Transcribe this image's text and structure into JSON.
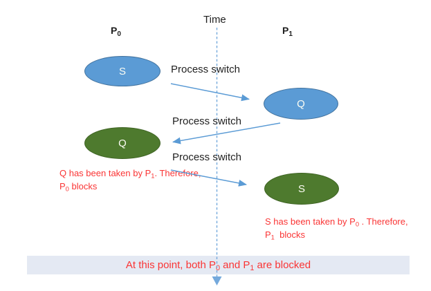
{
  "diagram": {
    "time_label": "Time",
    "columns": {
      "p0": {
        "base": "P",
        "sub": "0"
      },
      "p1": {
        "base": "P",
        "sub": "1"
      }
    },
    "ellipses": {
      "p0_s": "S",
      "p1_q": "Q",
      "p0_q": "Q",
      "p1_s": "S"
    },
    "switch_labels": [
      "Process switch",
      "Process switch",
      "Process switch"
    ],
    "annotations": {
      "p0_blocks": {
        "l1a": "Q has been taken by P",
        "l1sub": "1",
        "l1b": ". Therefore,",
        "l2a": "P",
        "l2sub": "0",
        "l2b": " blocks"
      },
      "p1_blocks": {
        "l1a": "S has been taken by P",
        "l1sub": "0",
        "l1b": " . Therefore,",
        "l2a": "P",
        "l2sub": "1",
        "l2b": "  blocks"
      }
    },
    "banner": {
      "a": "At this point, both P",
      "sub1": "0",
      "b": " and P",
      "sub2": "1",
      "c": " are blocked"
    },
    "colors": {
      "blue_fill": "#5B9BD5",
      "blue_border": "#41719C",
      "green_fill": "#4E7A2E",
      "green_border": "#3E6323",
      "arrow_blue": "#5B9BD5",
      "dashed_blue": "#74A9DC",
      "red_text": "#FA3434",
      "banner_bg": "#E4E9F3"
    }
  }
}
